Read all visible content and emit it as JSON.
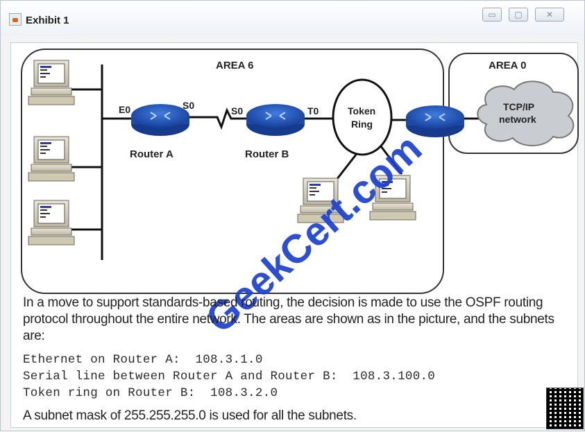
{
  "window": {
    "title": "Exhibit 1",
    "controls": [
      "minimize",
      "maximize",
      "close"
    ]
  },
  "diagram": {
    "area_left": "AREA 6",
    "area_right": "AREA 0",
    "router_a": "Router A",
    "router_b": "Router B",
    "iface_e0": "E0",
    "iface_s0_a": "S0",
    "iface_s0_b": "S0",
    "iface_t0": "T0",
    "token_ring_line1": "Token",
    "token_ring_line2": "Ring",
    "cloud_line1": "TCP/IP",
    "cloud_line2": "network",
    "watermark": "GeekCert.com"
  },
  "text": {
    "paragraph": "In a move to support standards-based routing, the decision is made to use the OSPF routing protocol throughout the entire network. The areas are shown as in the picture, and the subnets are:",
    "subnet1": "Ethernet on Router A:  108.3.1.0",
    "subnet2": "Serial line between Router A and Router B:  108.3.100.0",
    "subnet3": "Token ring on Router B:  108.3.2.0",
    "mask_note": "A subnet mask of 255.255.255.0 is used for all the subnets."
  },
  "colors": {
    "router": "#1f4fb8",
    "watermark": "#1a3fcf"
  }
}
